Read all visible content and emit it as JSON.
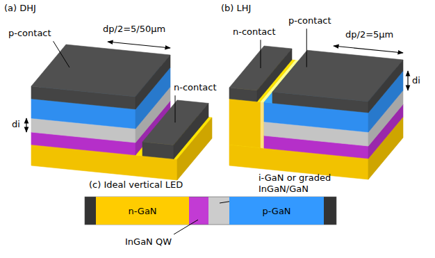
{
  "diagram": {
    "nodes": [
      {
        "text": [
          "n-GaN"
        ]
      },
      {
        "text": [
          "p-GaN"
        ]
      }
    ],
    "labels": [
      "(a) DHJ",
      "p-contact",
      "dp/2=5/50μm",
      "di",
      "n-contact",
      "(b) LHJ",
      "n-contact",
      "p-contact",
      "dp/2=5μm",
      "di",
      "(c) Ideal vertical LED",
      "i-GaN or graded InGaN/GaN",
      "InGaN QW"
    ]
  }
}
